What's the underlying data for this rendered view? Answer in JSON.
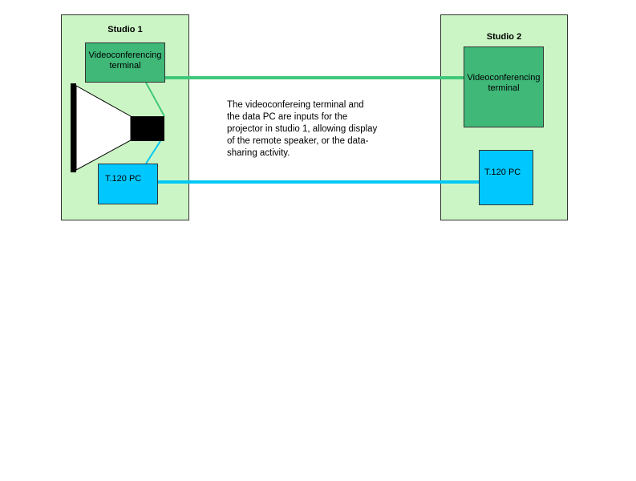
{
  "studio1": {
    "title": "Studio 1",
    "vc_label": "Videoconferencing terminal",
    "pc_label": "T.120 PC"
  },
  "studio2": {
    "title": "Studio 2",
    "vc_label": "Videoconferencing terminal",
    "pc_label": "T.120 PC"
  },
  "description": "The videoconfereing terminal and\nthe data PC are inputs for the\nprojector in studio 1, allowing display\nof the remote speaker, or the data-\nsharing activity.",
  "colors": {
    "studio_bg": "#ccf5c5",
    "vc_fill": "#3fb878",
    "pc_fill": "#00c8ff",
    "vc_link": "#3fc87a",
    "pc_link": "#00c8f5"
  }
}
